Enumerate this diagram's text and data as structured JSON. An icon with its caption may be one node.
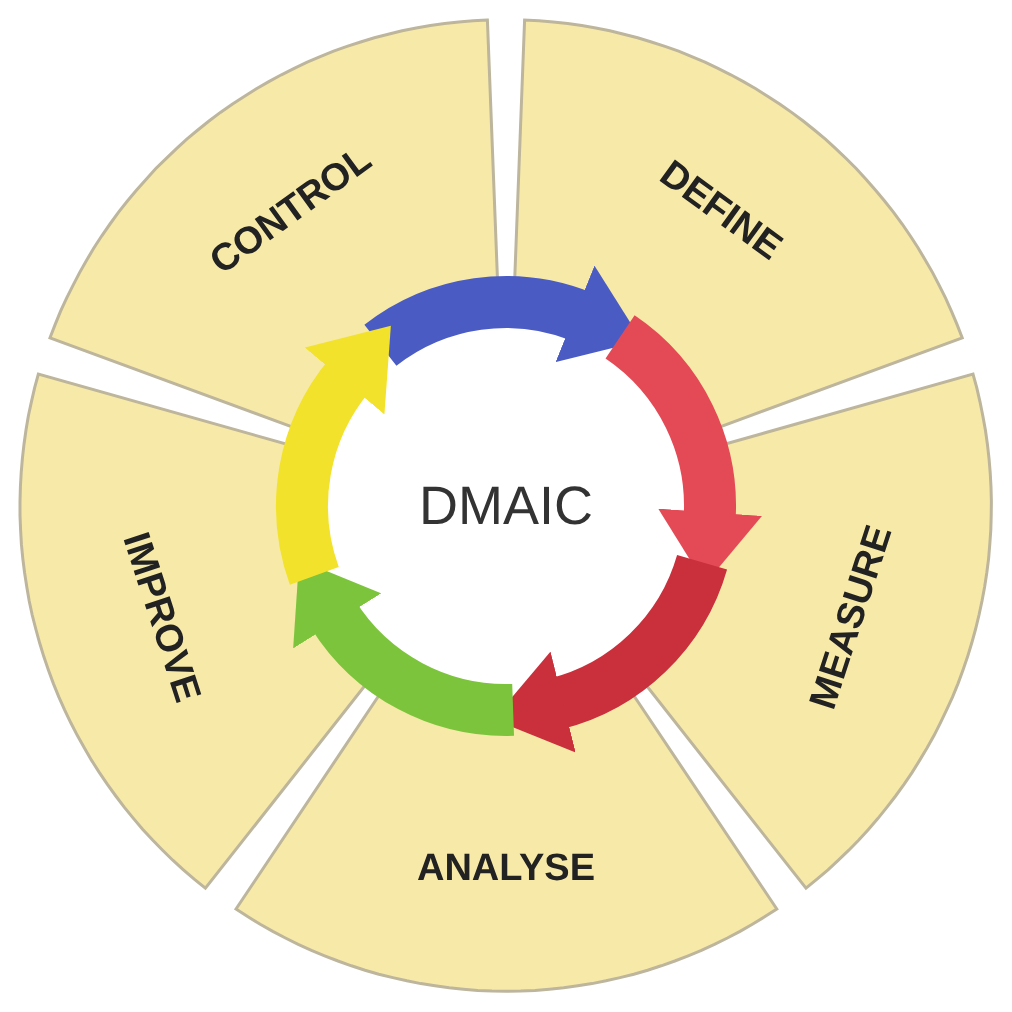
{
  "diagram": {
    "nodes": [
      {
        "text": [
          "CONTROL"
        ]
      },
      {
        "text": [
          "DEFINE"
        ]
      },
      {
        "text": [
          "MEASURE"
        ]
      },
      {
        "text": [
          "ANALYSE"
        ]
      },
      {
        "text": [
          "IMPROVE"
        ]
      },
      {
        "text": [
          "DMAIC"
        ]
      }
    ],
    "edges": [
      {
        "from": 0,
        "to": 1,
        "arrow": "to",
        "color": "#4a5cc4"
      },
      {
        "from": 1,
        "to": 2,
        "arrow": "to",
        "color": "#e44a56"
      },
      {
        "from": 2,
        "to": 3,
        "arrow": "to",
        "color": "#c9303c"
      },
      {
        "from": 3,
        "to": 4,
        "arrow": "to",
        "color": "#7cc43c"
      },
      {
        "from": 4,
        "to": 0,
        "arrow": "to",
        "color": "#f2e22c"
      }
    ]
  }
}
